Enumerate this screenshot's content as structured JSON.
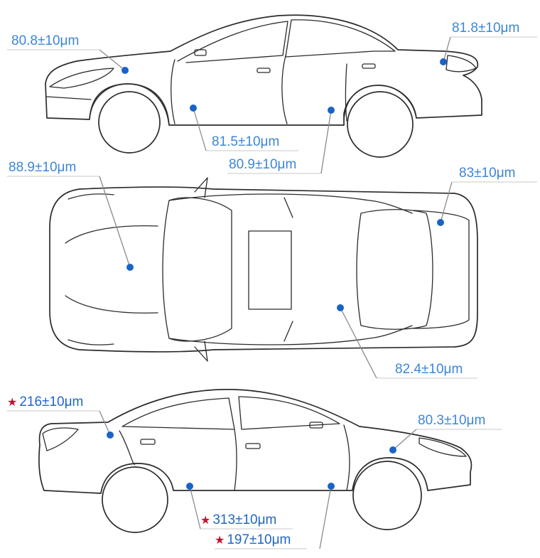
{
  "colors": {
    "outline": "#2b2b2b",
    "dot": "#1a63c6",
    "label": "#3d86d8",
    "flag_star": "#c0152f",
    "leader": "#8a8a8a"
  },
  "icons": {
    "flag": "star-icon"
  },
  "readings": {
    "side_top_front_fender": {
      "text": "80.8±10μm",
      "flag": false
    },
    "side_top_rear_quarter": {
      "text": "81.8±10μm",
      "flag": false
    },
    "side_top_front_door": {
      "text": "81.5±10μm",
      "flag": false
    },
    "side_top_rear_door": {
      "text": "80.9±10μm",
      "flag": false
    },
    "top_hood": {
      "text": "88.9±10μm",
      "flag": false
    },
    "top_trunk": {
      "text": "83±10μm",
      "flag": false
    },
    "top_roof": {
      "text": "82.4±10μm",
      "flag": false
    },
    "side_bottom_rear_quarter": {
      "text": "216±10μm",
      "flag": true
    },
    "side_bottom_front_fender": {
      "text": "80.3±10μm",
      "flag": false
    },
    "side_bottom_rear_door": {
      "text": "313±10μm",
      "flag": true
    },
    "side_bottom_front_door": {
      "text": "197±10μm",
      "flag": true
    }
  }
}
